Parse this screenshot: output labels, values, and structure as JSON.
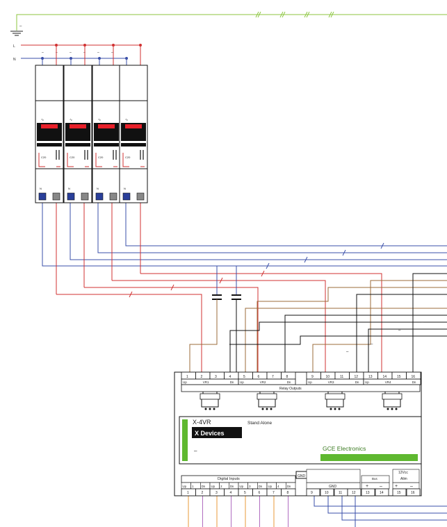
{
  "supply": {
    "l_label": "L",
    "n_label": "N"
  },
  "breaker": {
    "rating": "C20",
    "n_marker": "N",
    "tilde": "∿"
  },
  "module": {
    "model": "X-4VR",
    "brand_box": "X Devices",
    "mode": "Stand Alone",
    "maker": "GCE Electronics",
    "dash": "–",
    "relay_title": "Relay Outputs",
    "relay_terms": [
      "1",
      "2",
      "3",
      "4",
      "5",
      "6",
      "7",
      "8",
      "9",
      "10",
      "11",
      "12",
      "13",
      "14",
      "15",
      "16"
    ],
    "relay_fn": [
      {
        "up": "Up",
        "name": "VR1",
        "dn": "Dn"
      },
      {
        "up": "Up",
        "name": "VR2",
        "dn": "Dn"
      },
      {
        "up": "Up",
        "name": "VR3",
        "dn": "Dn"
      },
      {
        "up": "Up",
        "name": "VR4",
        "dn": "Dn"
      }
    ],
    "di_title": "Digital Inputs",
    "di_fn": [
      "Up",
      "1",
      "Dn",
      "Up",
      "2",
      "Dn",
      "Up",
      "3",
      "Dn",
      "Up",
      "4",
      "Dn"
    ],
    "di_terms": [
      "1",
      "2",
      "3",
      "4",
      "5",
      "6",
      "7",
      "8"
    ],
    "gnd_tag": "GND",
    "gnd_label": "GND",
    "bus_label": "Bus",
    "bus_plus": "+",
    "bus_minus": "–",
    "aux_label1": "12Vcc",
    "aux_label2": "Alim",
    "aux_plus": "+",
    "aux_minus": "–",
    "bottom_terms": [
      "9",
      "10",
      "11",
      "12",
      "13",
      "14",
      "15",
      "16"
    ]
  },
  "colors": {
    "line": "#d03030",
    "neutral": "#3a4fa8",
    "earth": "#8cc63f",
    "motor_brown": "#9b6b3a",
    "black": "#111111",
    "di_orange": "#e89a3a",
    "di_purple": "#b06cc0",
    "accent_green": "#5fb830",
    "breaker_red": "#e8202a"
  }
}
